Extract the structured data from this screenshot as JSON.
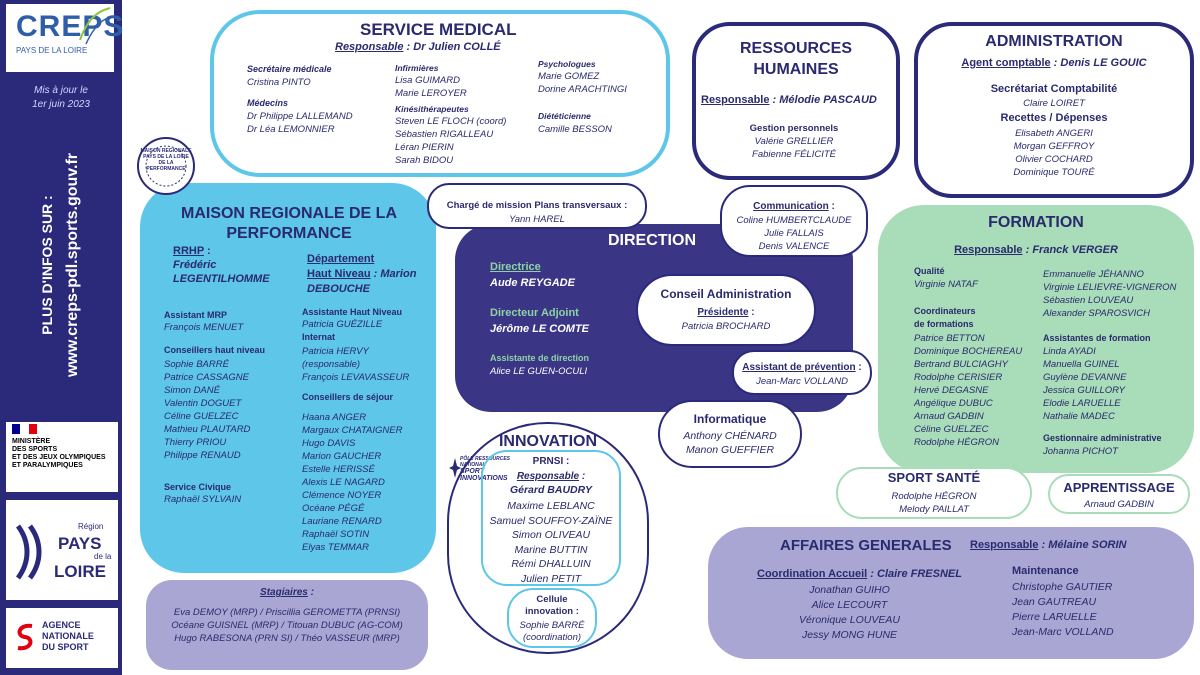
{
  "sidebar": {
    "logo": "CREPS",
    "logo_sub": "PAYS DE LA LOIRE",
    "update_1": "Mis à jour le",
    "update_2": "1er juin 2023",
    "info_1": "PLUS D'INFOS SUR :",
    "info_2": "www.creps-pdl.sports.gouv.fr",
    "ministry": [
      "MINISTÈRE",
      "DES SPORTS",
      "ET DES JEUX OLYMPIQUES",
      "ET PARALYMPIQUES"
    ],
    "region_1": "Région",
    "region_2": "PAYS",
    "region_3": "de la",
    "region_4": "LOIRE",
    "ans_1": "AGENCE",
    "ans_2": "NATIONALE",
    "ans_3": "DU SPORT"
  },
  "medical": {
    "title": "SERVICE MEDICAL",
    "resp_label": "Responsable",
    "resp_name": " : Dr Julien COLLÉ",
    "sec_title": "Secrétaire médicale",
    "sec": [
      "Cristina PINTO"
    ],
    "med_title": "Médecins",
    "med": [
      "Dr Philippe LALLEMAND",
      "Dr Léa LEMONNIER"
    ],
    "inf_title": "Infirmières",
    "inf": [
      "Lisa GUIMARD",
      "Marie LEROYER"
    ],
    "kine_title": "Kinésithérapeutes",
    "kine": [
      "Steven LE FLOCH (coord)",
      "Sébastien RIGALLEAU",
      "Léran PIERIN",
      "Sarah BIDOU"
    ],
    "psy_title": "Psychologues",
    "psy": [
      "Marie GOMEZ",
      "Dorine ARACHTINGI"
    ],
    "diet_title": "Diététicienne",
    "diet": [
      "Camille BESSON"
    ]
  },
  "rh": {
    "title_1": "RESSOURCES",
    "title_2": "HUMAINES",
    "resp_label": "Responsable",
    "resp_name": " : Mélodie PASCAUD",
    "gest_title": "Gestion personnels",
    "gest": [
      "Valérie GRELLIER",
      "Fabienne FÉLICITÉ"
    ]
  },
  "admin": {
    "title": "ADMINISTRATION",
    "agent_label": "Agent comptable",
    "agent_name": " : Denis LE GOUIC",
    "sec_title": "Secrétariat Comptabilité",
    "sec": [
      "Claire LOIRET"
    ],
    "rd_title": "Recettes / Dépenses",
    "rd": [
      "Elisabeth ANGERI",
      "Morgan GEFFROY",
      "Olivier COCHARD",
      "Dominique TOURÉ"
    ]
  },
  "mrp": {
    "title_1": "MAISON REGIONALE DE LA",
    "title_2": "PERFORMANCE",
    "rrhp_label": "RRHP",
    "rrhp_name_1": "Frédéric",
    "rrhp_name_2": "LEGENTILHOMME",
    "dept_1": "Département",
    "dept_2": "Haut Niveau",
    "dept_name_1": " : Marion",
    "dept_name_2": "DEBOUCHE",
    "amrp_title": "Assistant MRP",
    "amrp": [
      "François MENUET"
    ],
    "chn_title": "Conseillers haut niveau",
    "chn": [
      "Sophie BARRÉ",
      "Patrice CASSAGNE",
      "Simon DANÉ",
      "Valentin DOGUET",
      "Céline GUELZEC",
      "Mathieu PLAUTARD",
      "Thierry PRIOU",
      "Philippe RENAUD"
    ],
    "civ_title": "Service Civique",
    "civ": [
      "Raphaël SYLVAIN"
    ],
    "ahn_title": "Assistante Haut Niveau",
    "ahn": [
      "Patricia GUÉZILLE"
    ],
    "int_title": "Internat",
    "int": [
      "Patricia HERVY",
      "(responsable)",
      "François LEVAVASSEUR"
    ],
    "cs_title": "Conseillers de séjour",
    "cs": [
      "Haana ANGER",
      "Margaux CHATAIGNER",
      "Hugo DAVIS",
      "Marion GAUCHER",
      "Estelle HERISSÉ",
      "Alexis LE NAGARD",
      "Clémence NOYER",
      "Océane PÉGÉ",
      "Lauriane RENARD",
      "Raphaël SOTIN",
      "Elyas TEMMAR"
    ],
    "stamp_1": "MAISON REGIONALE",
    "stamp_2": "PAYS DE LA LOIRE",
    "stamp_3": "DE LA PERFORMANCE"
  },
  "stagiaires": {
    "title": "Stagiaires",
    "lines": [
      "Eva DEMOY (MRP) / Priscillia GEROMETTA (PRNSI)",
      "Océane GUISNEL  (MRP) / Titouan DUBUC (AG-COM)",
      "Hugo RABESONA (PRN SI) / Théo VASSEUR (MRP)"
    ]
  },
  "charge": {
    "title": "Chargé de mission Plans transversaux",
    "name": "Yann HAREL"
  },
  "direction": {
    "title": "DIRECTION",
    "dir_title": "Directrice",
    "dir_name": "Aude REYGADE",
    "adj_title": "Directeur Adjoint",
    "adj_name": "Jérôme LE COMTE",
    "asst_title": "Assistante de direction",
    "asst_name": "Alice LE GUEN-OCULI"
  },
  "communication": {
    "title": "Communication",
    "names": [
      "Coline HUMBERTCLAUDE",
      "Julie FALLAIS",
      "Denis VALENCE"
    ]
  },
  "ca": {
    "title": "Conseil Administration",
    "pres_label": "Présidente",
    "name": "Patricia BROCHARD"
  },
  "prevention": {
    "title": "Assistant de prévention",
    "name": "Jean-Marc VOLLAND"
  },
  "informatique": {
    "title": "Informatique",
    "names": [
      "Anthony CHÉNARD",
      "Manon GUEFFIER"
    ]
  },
  "innovation": {
    "title": "INNOVATION",
    "prnsi": "PRNSI :",
    "resp_label": "Responsable",
    "resp_name": "Gérard BAUDRY",
    "names": [
      "Maxime LEBLANC",
      "Samuel SOUFFOY-ZAÏNE",
      "Simon OLIVEAU",
      "Marine BUTTIN",
      "Rémi DHALLUIN",
      "Julien PETIT"
    ],
    "cell_1": "Cellule",
    "cell_2": "innovation :",
    "cell_name": "Sophie BARRÉ",
    "cell_role": "(coordination)",
    "logo_1": "PÔLE RESSOURCES",
    "logo_2": "NATIONAL",
    "logo_3": "SPORT",
    "logo_4": "INNOVATIONS"
  },
  "formation": {
    "title": "FORMATION",
    "resp_label": "Responsable",
    "resp_name": " : Franck VERGER",
    "qual_title": "Qualité",
    "qual": [
      "Virginie NATAF"
    ],
    "coord_title_1": "Coordinateurs",
    "coord_title_2": "de formations",
    "coord": [
      "Patrice BETTON",
      "Dominique BOCHEREAU",
      "Bertrand BULCIAGHY",
      "Rodolphe CERISIER",
      "Hervé DEGASNE",
      "Angélique DUBUC",
      "Arnaud GADBIN",
      "Céline GUELZEC",
      "Rodolphe HÉGRON"
    ],
    "right": [
      "Emmanuelle JÉHANNO",
      "Virginie LELIEVRE-VIGNERON",
      "Sébastien LOUVEAU",
      "Alexander SPAROSVICH"
    ],
    "asst_title": "Assistantes de formation",
    "asst": [
      "Linda AYADI",
      "Manuella GUINEL",
      "Guylène DEVANNE",
      "Jessica GUILLORY",
      "Elodie LARUELLE",
      "Nathalie MADEC"
    ],
    "gest_title": "Gestionnaire administrative",
    "gest": [
      "Johanna PICHOT"
    ]
  },
  "sport_sante": {
    "title": "SPORT SANTÉ",
    "names": [
      "Rodolphe HÉGRON",
      "Melody PAILLAT"
    ]
  },
  "apprentissage": {
    "title": "APPRENTISSAGE",
    "name": "Arnaud GADBIN"
  },
  "ag": {
    "title": "AFFAIRES GENERALES",
    "resp_label": "Responsable",
    "resp_name": " : Mélaine SORIN",
    "coord_label": "Coordination Accueil",
    "coord_name": " : Claire FRESNEL",
    "coord": [
      "Jonathan GUIHO",
      "Alice LECOURT",
      "Véronique LOUVEAU",
      "Jessy MONG HUNE"
    ],
    "maint_title": "Maintenance",
    "maint": [
      "Christophe GAUTIER",
      "Jean GAUTREAU",
      "Pierre LARUELLE",
      "Jean-Marc VOLLAND"
    ]
  },
  "colors": {
    "navy": "#2b2a7a",
    "cyan": "#5ec6e8",
    "green": "#a9dcb8",
    "lavender": "#a9a6d3",
    "direction": "#3a3585"
  }
}
